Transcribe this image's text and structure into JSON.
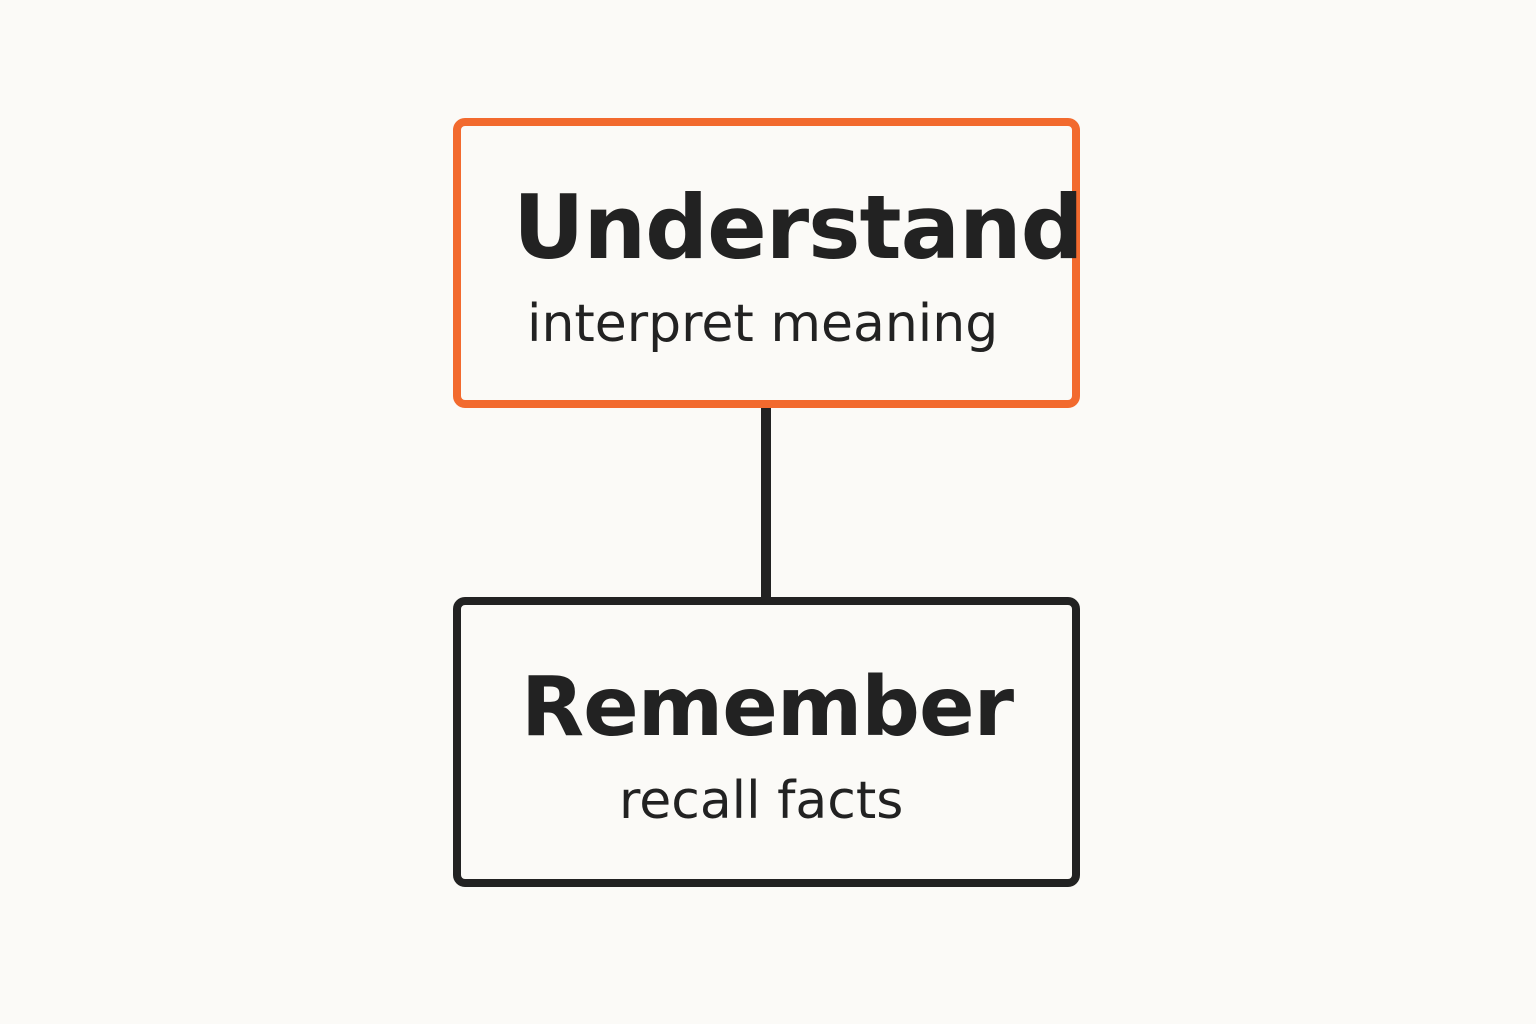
{
  "nodes": {
    "understand": {
      "title": "Understand",
      "subtitle": "interpret meaning"
    },
    "remember": {
      "title": "Remember",
      "subtitle": "recall facts"
    }
  },
  "colors": {
    "background": "#fbfaf7",
    "highlight_border": "#f26a2e",
    "default_border": "#222222",
    "text": "#222222"
  }
}
